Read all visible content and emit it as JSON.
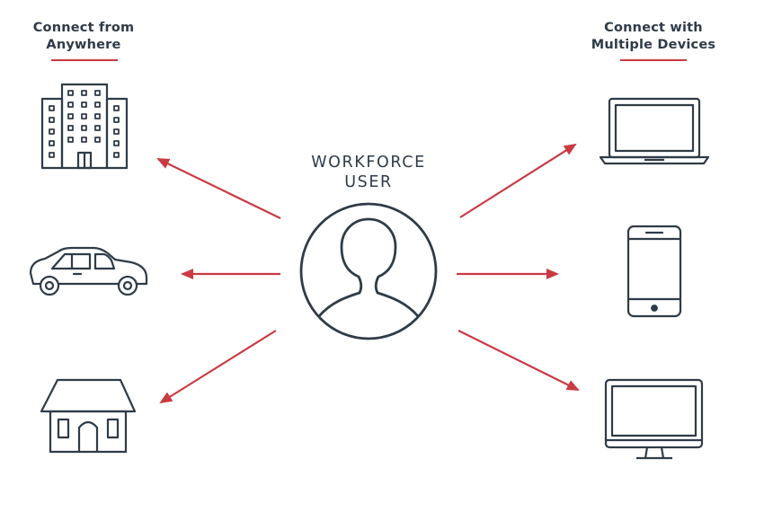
{
  "left_heading": {
    "line1": "Connect from",
    "line2": "Anywhere"
  },
  "right_heading": {
    "line1": "Connect with",
    "line2": "Multiple Devices"
  },
  "center": {
    "line1": "WORKFORCE",
    "line2": "USER"
  },
  "colors": {
    "arrow": "#c93a43",
    "icon_stroke": "#2f3b47",
    "background": "#ffffff"
  },
  "icons": {
    "left": [
      "office-building-icon",
      "car-icon",
      "house-icon"
    ],
    "right": [
      "laptop-icon",
      "smartphone-icon",
      "desktop-monitor-icon"
    ],
    "center": "user-avatar-icon"
  }
}
